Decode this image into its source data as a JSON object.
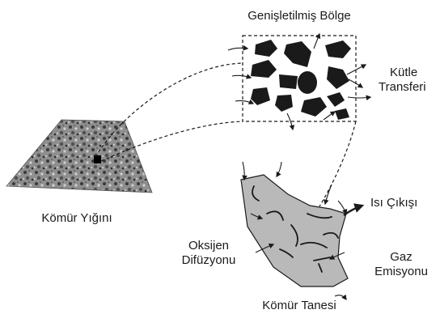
{
  "labels": {
    "expanded_region": "Genişletilmiş Bölge",
    "mass_transfer_line1": "Kütle",
    "mass_transfer_line2": "Transferi",
    "coal_pile": "Kömür Yığını",
    "heat_output": "Isı Çıkışı",
    "oxygen_diffusion_line1": "Oksijen",
    "oxygen_diffusion_line2": "Difüzyonu",
    "gas_emission_line1": "Gaz",
    "gas_emission_line2": "Emisyonu",
    "coal_particle": "Kömür Tanesi"
  },
  "colors": {
    "ink": "#1a1a1a",
    "particle_fill": "#b9b9b9",
    "pile_dark": "#3a3a3a",
    "pile_light": "#9a9a9a"
  }
}
